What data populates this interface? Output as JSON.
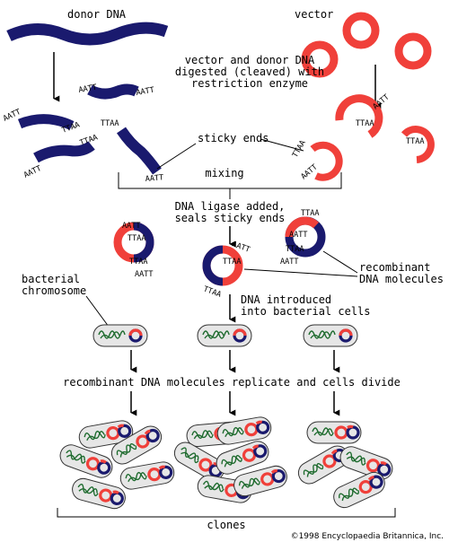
{
  "labels": {
    "donor_dna": "donor DNA",
    "vector": "vector",
    "digest_1": "vector and donor DNA",
    "digest_2": "digested (cleaved) with",
    "digest_3": "restriction enzyme",
    "sticky_ends": "sticky ends",
    "mixing": "mixing",
    "ligase_1": "DNA ligase added,",
    "ligase_2": "seals sticky ends",
    "bacterial_1": "bacterial",
    "bacterial_2": "chromosome",
    "recombinant_1": "recombinant",
    "recombinant_2": "DNA molecules",
    "introduced_1": "DNA introduced",
    "introduced_2": "into bacterial cells",
    "replicate": "recombinant DNA molecules replicate and cells divide",
    "clones": "clones",
    "copyright": "©1998 Encyclopaedia Britannica, Inc."
  },
  "sticky_end_sequences": {
    "aatt": "AATT",
    "ttaa": "TTAA"
  },
  "colors": {
    "donor_dna": "#1a1a6e",
    "vector": "#f0403a",
    "bacterial_chromosome": "#1e6b2e",
    "cell_fill": "#e6e6e6"
  },
  "icons": {
    "arrow": "down-arrow-icon",
    "plasmid": "plasmid-ring-icon",
    "cell": "bacterial-cell-icon"
  }
}
